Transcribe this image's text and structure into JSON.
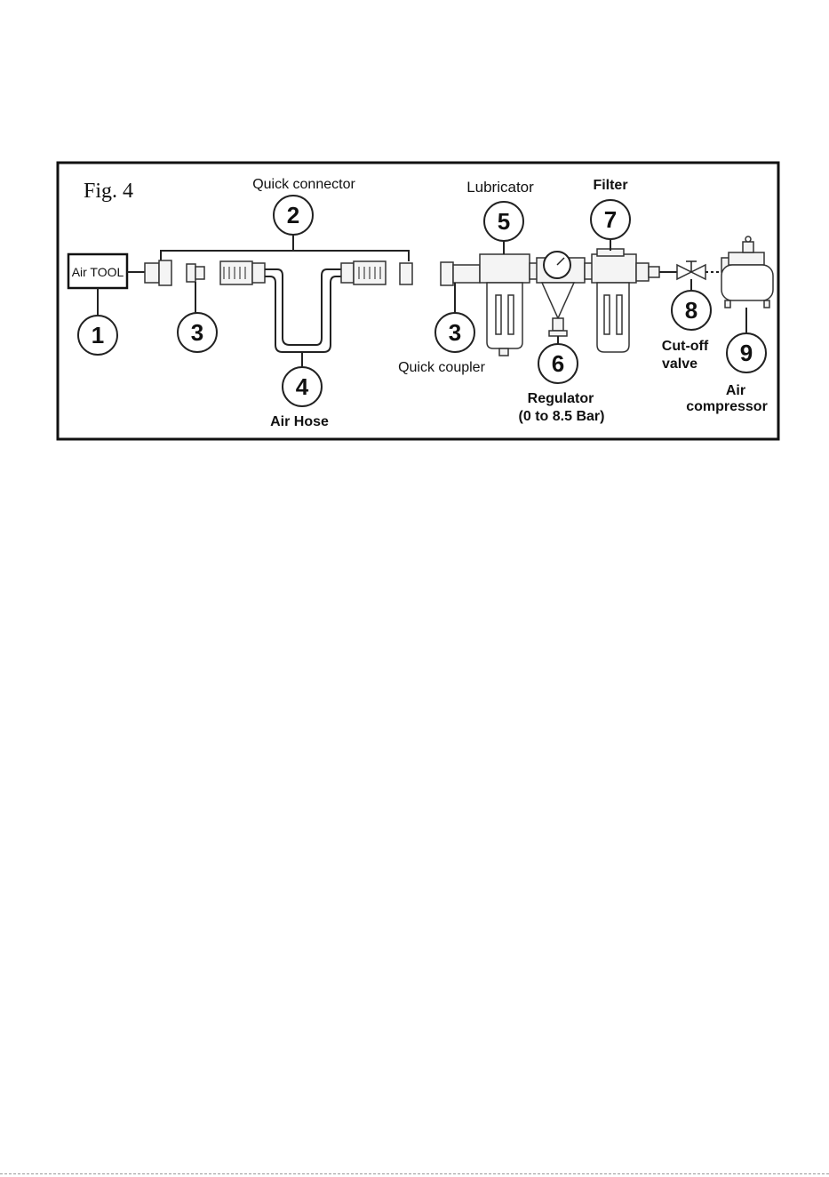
{
  "figure": {
    "title": "Fig. 4",
    "tool_box_label": "Air TOOL",
    "labels": {
      "quick_connector": "Quick connector",
      "lubricator": "Lubricator",
      "filter": "Filter",
      "quick_coupler": "Quick coupler",
      "air_hose": "Air Hose",
      "regulator_line1": "Regulator",
      "regulator_line2": "(0 to 8.5 Bar)",
      "cutoff_line1": "Cut-off",
      "cutoff_line2": "valve",
      "compressor_line1": "Air",
      "compressor_line2": "compressor"
    },
    "callouts": {
      "n1": "1",
      "n2": "2",
      "n3a": "3",
      "n3b": "3",
      "n4": "4",
      "n5": "5",
      "n6": "6",
      "n7": "7",
      "n8": "8",
      "n9": "9"
    }
  }
}
